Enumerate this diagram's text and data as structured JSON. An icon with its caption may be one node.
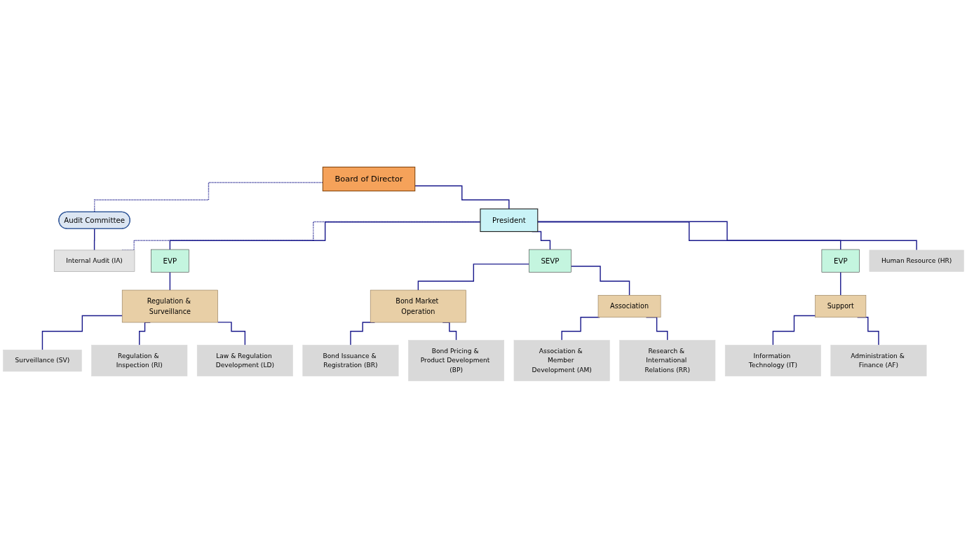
{
  "diagram": {
    "nodes": [
      {
        "text": [
          "Board of Director"
        ]
      },
      {
        "text": [
          "Audit Committee"
        ]
      },
      {
        "text": [
          "President"
        ]
      },
      {
        "text": [
          "Internal Audit (IA)"
        ]
      },
      {
        "text": [
          "EVP"
        ]
      },
      {
        "text": [
          "SEVP"
        ]
      },
      {
        "text": [
          "EVP"
        ]
      },
      {
        "text": [
          "Human Resource (HR)"
        ]
      },
      {
        "text": [
          "Regulation & Surveillance"
        ]
      },
      {
        "text": [
          "Bond Market Operation"
        ]
      },
      {
        "text": [
          "Association"
        ]
      },
      {
        "text": [
          "Support"
        ]
      },
      {
        "text": [
          "Surveillance (SV)"
        ]
      },
      {
        "text": [
          "Regulation & Inspection (RI)"
        ]
      },
      {
        "text": [
          "Law & Regulation Development (LD)"
        ]
      },
      {
        "text": [
          "Bond Issuance & Registration (BR)"
        ]
      },
      {
        "text": [
          "Bond Pricing & Product Development (BP)"
        ]
      },
      {
        "text": [
          "Association & Member Development (AM)"
        ]
      },
      {
        "text": [
          "Research & International Relations (RR)"
        ]
      },
      {
        "text": [
          "Information Technology (IT)"
        ]
      },
      {
        "text": [
          "Administration & Finance (AF)"
        ]
      }
    ],
    "edges": [
      {
        "from": 0,
        "to": 1,
        "arrow": "none",
        "style": "dashed"
      },
      {
        "from": 0,
        "to": 2,
        "arrow": "none"
      },
      {
        "from": 2,
        "to": 3,
        "arrow": "none",
        "style": "dashed"
      },
      {
        "from": 1,
        "to": 3,
        "arrow": "none"
      },
      {
        "from": 2,
        "to": 4,
        "arrow": "none"
      },
      {
        "from": 2,
        "to": 5,
        "arrow": "none"
      },
      {
        "from": 2,
        "to": 6,
        "arrow": "none"
      },
      {
        "from": 2,
        "to": 7,
        "arrow": "none"
      },
      {
        "from": 4,
        "to": 8,
        "arrow": "none"
      },
      {
        "from": 5,
        "to": 9,
        "arrow": "none"
      },
      {
        "from": 5,
        "to": 10,
        "arrow": "none"
      },
      {
        "from": 6,
        "to": 11,
        "arrow": "none"
      },
      {
        "from": 8,
        "to": 12,
        "arrow": "none"
      },
      {
        "from": 8,
        "to": 13,
        "arrow": "none"
      },
      {
        "from": 8,
        "to": 14,
        "arrow": "none"
      },
      {
        "from": 9,
        "to": 15,
        "arrow": "none"
      },
      {
        "from": 9,
        "to": 16,
        "arrow": "none"
      },
      {
        "from": 10,
        "to": 17,
        "arrow": "none"
      },
      {
        "from": 10,
        "to": 18,
        "arrow": "none"
      },
      {
        "from": 11,
        "to": 19,
        "arrow": "none"
      },
      {
        "from": 11,
        "to": 20,
        "arrow": "none"
      }
    ]
  }
}
